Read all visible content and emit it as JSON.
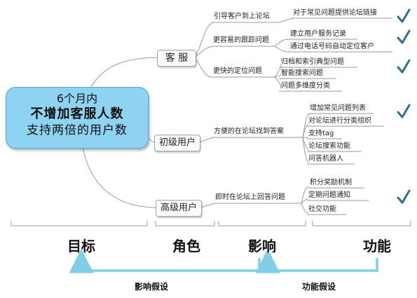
{
  "goal": {
    "line1": "6个月内",
    "line2": "不增加客服人数",
    "line3": "支持两倍的用户数"
  },
  "roles": {
    "service": "客 服",
    "junior": "初级用户",
    "senior": "高级用户"
  },
  "impacts": {
    "guide": "引导客户到上论坛",
    "tracking": "更容易的跟踪问题",
    "locate": "更快的定位问题",
    "find_answer": "方便的在论坛找到答案",
    "answer_forum": "即时在论坛上回答问题"
  },
  "features": {
    "forum_link": "对于常见问题提供论坛链接",
    "service_record": "建立用户服务记录",
    "phone_locate": "通过电话号码自动定位客户",
    "archive_index": "归档和索引典型问题",
    "smart_search": "智能搜索问题",
    "multi_category": "问题多维度分类",
    "faq_list": "增加常见问题列表",
    "category_org": "对论坛进行分类组织",
    "tag_support": "支持tag",
    "forum_search": "论坛搜索功能",
    "qa_robot": "问答机器人",
    "points_reward": "积分奖励机制",
    "notify": "定期问题通知",
    "social": "社交功能"
  },
  "footer": {
    "goal": "目标",
    "role": "角色",
    "impact": "影响",
    "feature": "功能",
    "impact_hypothesis": "影响假设",
    "feature_hypothesis": "功能假设"
  },
  "colors": {
    "goal_fill": "#8fd3f2",
    "goal_border": "#4fa4cf",
    "branch_line": "#9a9a9a",
    "check": "#2f6f8f",
    "arrow": "#7fd0e6"
  }
}
